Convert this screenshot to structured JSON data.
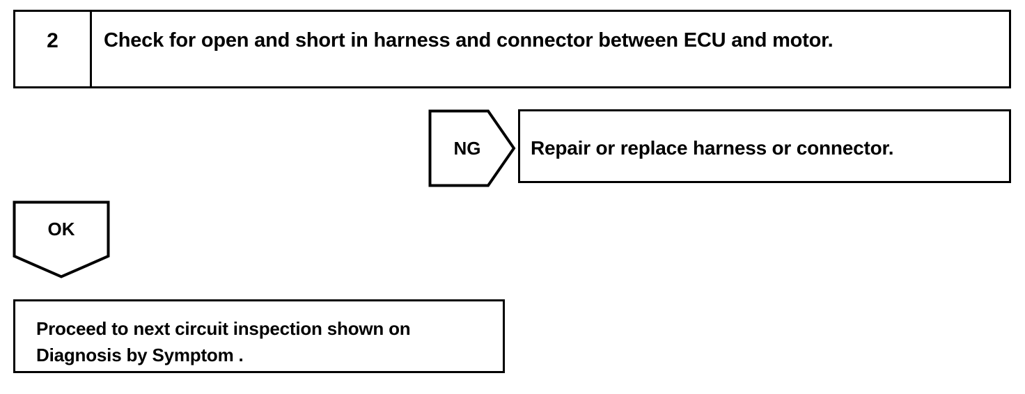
{
  "diagram": {
    "type": "troubleshooting-flowchart",
    "stroke_color": "#000000",
    "background_color": "#ffffff"
  },
  "step": {
    "number": "2",
    "instruction": "Check for open and short in harness and connector between ECU and motor."
  },
  "branches": {
    "ng": {
      "label": "NG",
      "result": "Repair or replace harness or connector."
    },
    "ok": {
      "label": "OK",
      "result_line_1": "Proceed to next circuit inspection shown on",
      "result_line_2": "Diagnosis by Symptom ."
    }
  }
}
